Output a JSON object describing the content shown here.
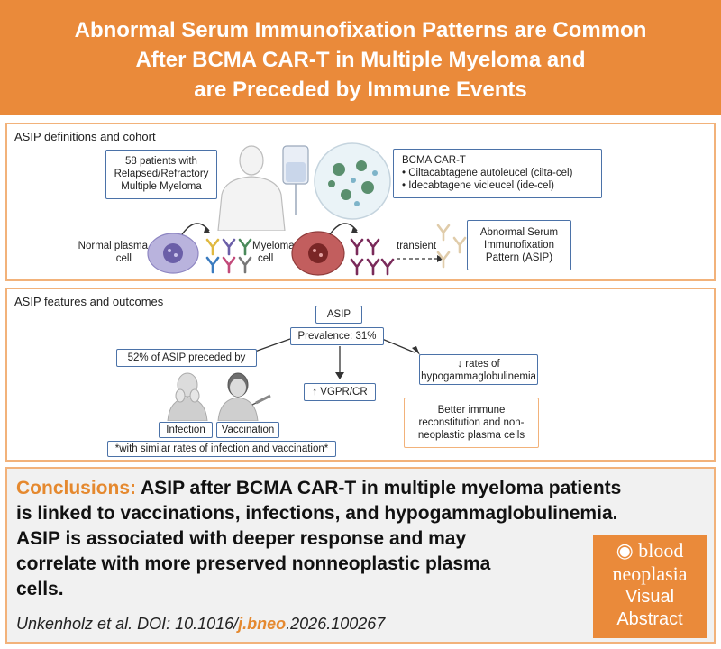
{
  "header": {
    "title_line1": "Abnormal Serum Immunofixation Patterns are Common",
    "title_line2": "After BCMA CAR-T in Multiple Myeloma and",
    "title_line3": "are Preceded by Immune Events"
  },
  "panel1": {
    "title": "ASIP definitions and cohort",
    "cohort_line1": "58 patients with",
    "cohort_line2": "Relapsed/Refractory",
    "cohort_line3": "Multiple Myeloma",
    "cart_title": "BCMA CAR-T",
    "cart_item1": "• Ciltacabtagene autoleucel (cilta-cel)",
    "cart_item2": "• Idecabtagene vicleucel (ide-cel)",
    "normal_line1": "Normal plasma",
    "normal_line2": "cell",
    "myeloma_line1": "Myeloma",
    "myeloma_line2": "cell",
    "transient": "transient",
    "asip_line1": "Abnormal Serum",
    "asip_line2": "Immunofixation",
    "asip_line3": "Pattern (ASIP)"
  },
  "panel2": {
    "title": "ASIP features and outcomes",
    "asip": "ASIP",
    "prevalence": "Prevalence: 31%",
    "preceded": "52% of ASIP preceded by",
    "infection": "Infection",
    "vaccination": "Vaccination",
    "similar": "*with similar rates of infection and vaccination*",
    "vgpr": "↑ VGPR/CR",
    "hypo_line1": "↓ rates of",
    "hypo_line2": "hypogammaglobulinemia",
    "better_line1": "Better immune",
    "better_line2": "reconstitution and non-",
    "better_line3": "neoplastic plasma cells"
  },
  "conclusion": {
    "label": "Conclusions:",
    "text_line1": " ASIP after BCMA CAR-T in multiple myeloma patients",
    "text_line2": "is linked to vaccinations, infections, and hypogammaglobulinemia.",
    "text_line3": "ASIP is associated with deeper response and may",
    "text_line4": "correlate with more preserved nonneoplastic plasma",
    "text_line5": "cells.",
    "citation_pre": "Unkenholz et al. DOI: 10.1016/",
    "citation_journal": "j.bneo",
    "citation_post": ".2026.100267"
  },
  "logo": {
    "blood": "blood",
    "neoplasia": "neoplasia",
    "visual": "Visual",
    "abstract": "Abstract"
  },
  "colors": {
    "accent_orange": "#ea8a3a",
    "box_blue": "#4b72a8",
    "panel_border": "#f2b27a"
  }
}
